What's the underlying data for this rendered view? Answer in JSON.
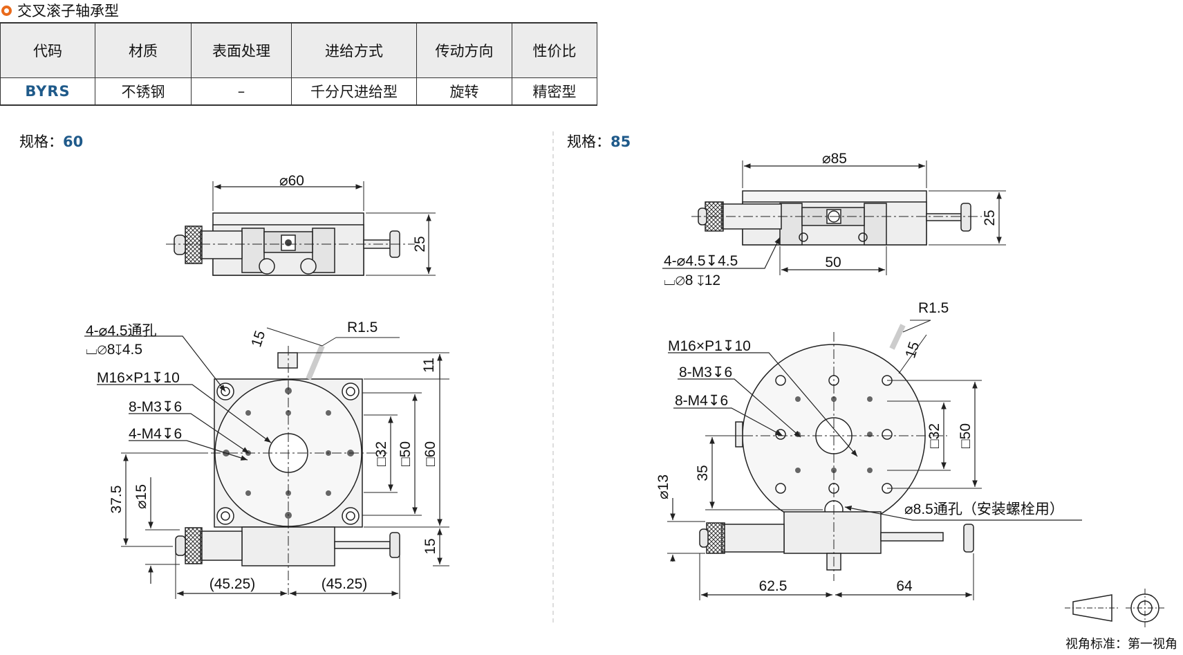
{
  "header": {
    "title": "交叉滚子轴承型"
  },
  "spec_table": {
    "columns": [
      "代码",
      "材质",
      "表面处理",
      "进给方式",
      "传动方向",
      "性价比"
    ],
    "row": [
      "BYRS",
      "不锈钢",
      "–",
      "千分尺进给型",
      "旋转",
      "精密型"
    ]
  },
  "size_prefix": "规格：",
  "sizes": [
    "60",
    "85"
  ],
  "drawing60": {
    "dia": "⌀60",
    "height": "25",
    "holes": [
      "4-⌀4.5通孔",
      "⌴⌀8↧4.5"
    ],
    "thread_m16": "M16×P1↧10",
    "thread_m3": "8-M3↧6",
    "thread_m4": "4-M4↧6",
    "angle": "15",
    "radius": "R1.5",
    "dim_11": "11",
    "dim_32": "□32",
    "dim_50": "□50",
    "dim_60": "□60",
    "dim_375": "37.5",
    "dim_15dia": "⌀15",
    "dim_15": "15",
    "left_half": "(45.25)",
    "right_half": "(45.25)"
  },
  "drawing85": {
    "dia": "⌀85",
    "height": "25",
    "holes": [
      "4-⌀4.5↧4.5",
      "⌴⌀8 ↧12"
    ],
    "dim_50": "50",
    "radius": "R1.5",
    "angle": "15",
    "thread_m16": "M16×P1↧10",
    "thread_m3": "8-M3↧6",
    "thread_m4": "8-M4↧6",
    "dim_32": "□32",
    "dim_50sq": "□50",
    "dim_35": "35",
    "dim_13": "⌀13",
    "mount_hole": "⌀8.5通孔（安装螺栓用）",
    "left": "62.5",
    "right": "64"
  },
  "footnote": "视角标准：第一视角",
  "colors": {
    "accent_orange": "#e96a1b",
    "code_blue": "#1f5a8a",
    "header_bg": "#ececec"
  }
}
